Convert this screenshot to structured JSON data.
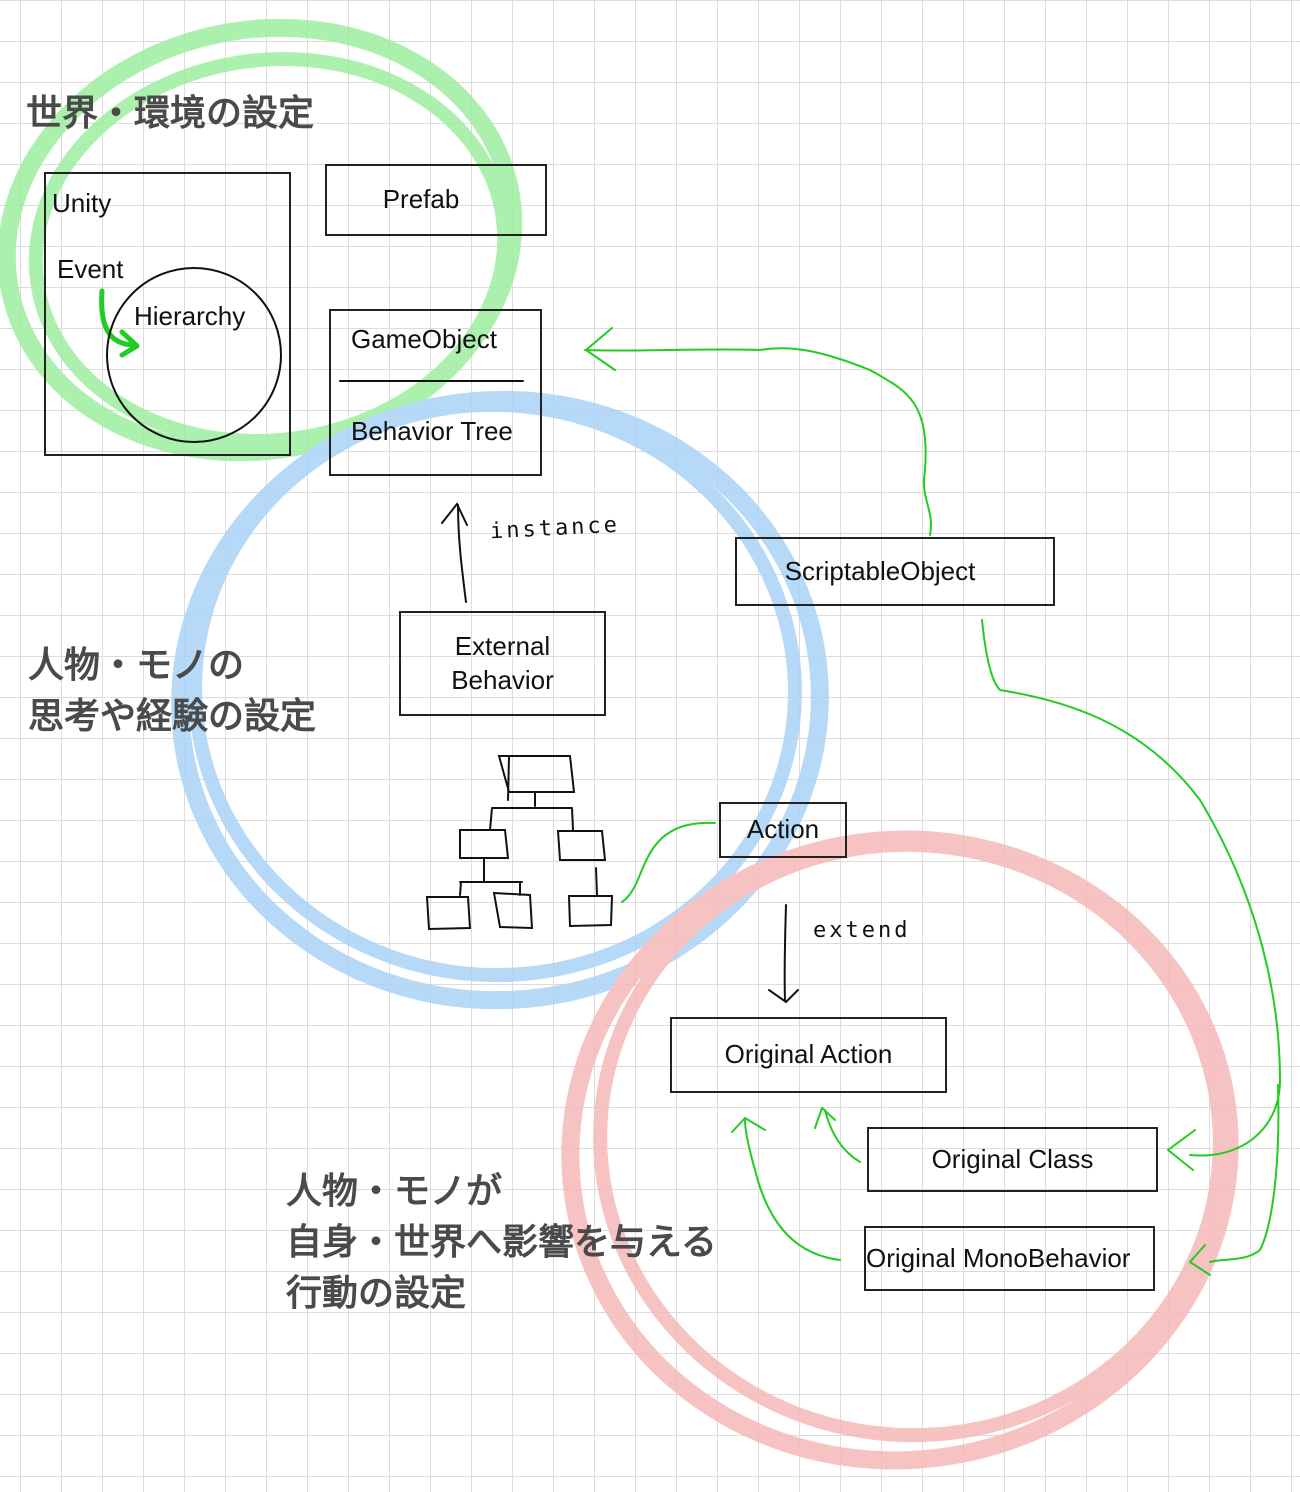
{
  "colors": {
    "world_circle": "#9eeea0",
    "mind_circle": "#a9d3f7",
    "action_circle": "#f6b7b7",
    "connector": "#22cc22",
    "ink": "#111111",
    "heading": "#4a4a4a"
  },
  "regions": {
    "world": {
      "heading": "世界・環境の設定"
    },
    "mind": {
      "heading_line1": "人物・モノの",
      "heading_line2": "思考や経験の設定"
    },
    "action": {
      "heading_line1": "人物・モノが",
      "heading_line2": "自身・世界へ影響を与える",
      "heading_line3": "行動の設定"
    }
  },
  "nodes": {
    "unity": "Unity",
    "event": "Event",
    "hierarchy": "Hierarchy",
    "prefab": "Prefab",
    "gameobject": "GameObject",
    "behavior_tree": "Behavior Tree",
    "external_behavior_line1": "External",
    "external_behavior_line2": "Behavior",
    "scriptable_object": "ScriptableObject",
    "action": "Action",
    "original_action": "Original Action",
    "original_class": "Original Class",
    "original_monobehavior": "Original MonoBehavior"
  },
  "edges": {
    "instance_label": "instance",
    "extend_label": "extend"
  },
  "icons": {
    "tree": "behavior-tree-sketch-icon"
  }
}
